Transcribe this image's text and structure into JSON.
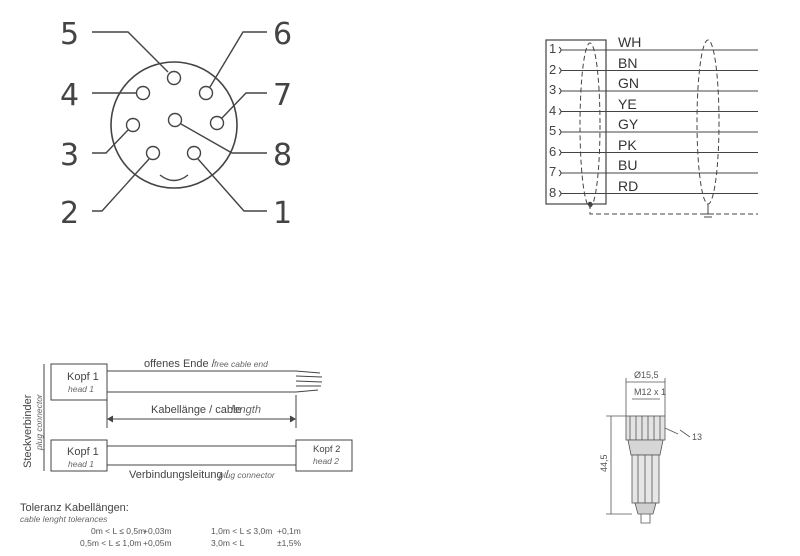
{
  "pinout": {
    "pin_labels": [
      "5",
      "6",
      "4",
      "7",
      "3",
      "8",
      "2",
      "1"
    ]
  },
  "wiring": {
    "numbers": [
      "1",
      "2",
      "3",
      "4",
      "5",
      "6",
      "7",
      "8"
    ],
    "colors": [
      "WH",
      "BN",
      "GN",
      "YE",
      "GY",
      "PK",
      "BU",
      "RD"
    ]
  },
  "cable": {
    "side_label": "Steckverbinder",
    "side_label_it": "plug connector",
    "head1": "Kopf 1",
    "head1_it": "head 1",
    "head2": "Kopf 2",
    "head2_it": "head 2",
    "open_end": "offenes Ende /",
    "open_end_it": "free cable end",
    "length": "Kabellänge / cable",
    "length_it": "length",
    "connection": "Verbindungsleitung /",
    "connection_it": "plug connector"
  },
  "tolerances": {
    "title": "Toleranz Kabellängen:",
    "subtitle": "cable lenght tolerances",
    "rows": [
      {
        "range": "0m < L ≤ 0,5m",
        "tol": "+0,03m"
      },
      {
        "range": "0,5m < L ≤ 1,0m",
        "tol": "+0,05m"
      },
      {
        "range": "1,0m < L ≤ 3,0m",
        "tol": "+0,1m"
      },
      {
        "range": "3,0m < L",
        "tol": "±1,5%"
      }
    ]
  },
  "dimensions": {
    "diameter": "Ø15,5",
    "thread": "M12 x 1",
    "length": "44,5",
    "wrench": "13"
  }
}
